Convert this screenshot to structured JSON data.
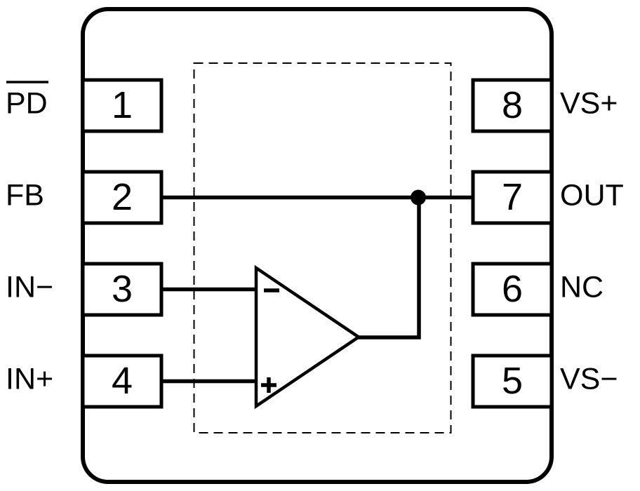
{
  "diagram": {
    "type": "ic-pinout",
    "package": "8-pin package top view with internal op amp",
    "colors": {
      "line": "#000000",
      "background": "#ffffff"
    },
    "pins": {
      "left": [
        {
          "number": "1",
          "label": "PD",
          "label_overline": true
        },
        {
          "number": "2",
          "label": "FB",
          "label_overline": false
        },
        {
          "number": "3",
          "label": "IN−",
          "label_overline": false
        },
        {
          "number": "4",
          "label": "IN+",
          "label_overline": false
        }
      ],
      "right": [
        {
          "number": "8",
          "label": "VS+"
        },
        {
          "number": "7",
          "label": "OUT"
        },
        {
          "number": "6",
          "label": "NC"
        },
        {
          "number": "5",
          "label": "VS−"
        }
      ]
    },
    "opamp": {
      "inverting_input_mark": "−",
      "noninverting_input_mark": "+"
    },
    "connections": [
      "pin2-FB to pin7-OUT horizontal wire with junction dot",
      "pin3-IN− to op-amp inverting input",
      "pin4-IN+ to op-amp noninverting input",
      "op-amp output up to FB/OUT wire junction"
    ]
  }
}
